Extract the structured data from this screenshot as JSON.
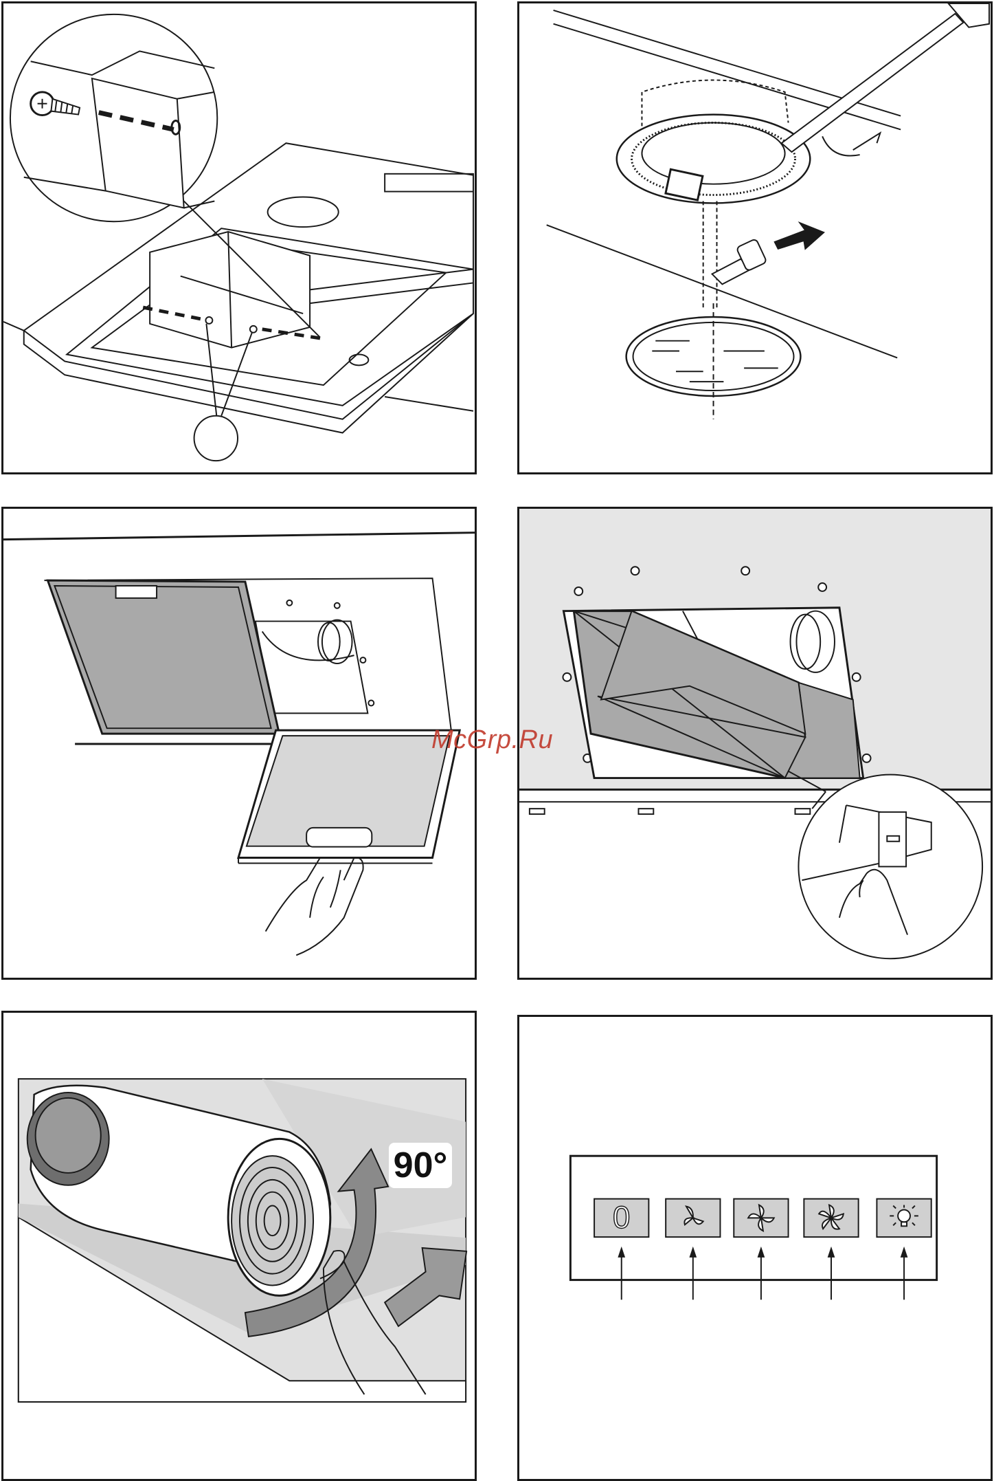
{
  "watermark": "McGrp.Ru",
  "panels": {
    "filter_rotate": {
      "angle_label": "90°"
    },
    "control_panel": {
      "buttons": [
        {
          "icon": "off-zero-icon",
          "label": "0"
        },
        {
          "icon": "fan-speed-1-icon",
          "label": ""
        },
        {
          "icon": "fan-speed-2-icon",
          "label": ""
        },
        {
          "icon": "fan-speed-3-icon",
          "label": ""
        },
        {
          "icon": "light-bulb-icon",
          "label": ""
        }
      ]
    }
  },
  "colors": {
    "line": "#1a1a1a",
    "filter_gray": "#a9a9a9",
    "panel_bg_gray": "#e6e6e6",
    "button_fill": "#d0d0d0",
    "watermark": "#c0392b"
  }
}
